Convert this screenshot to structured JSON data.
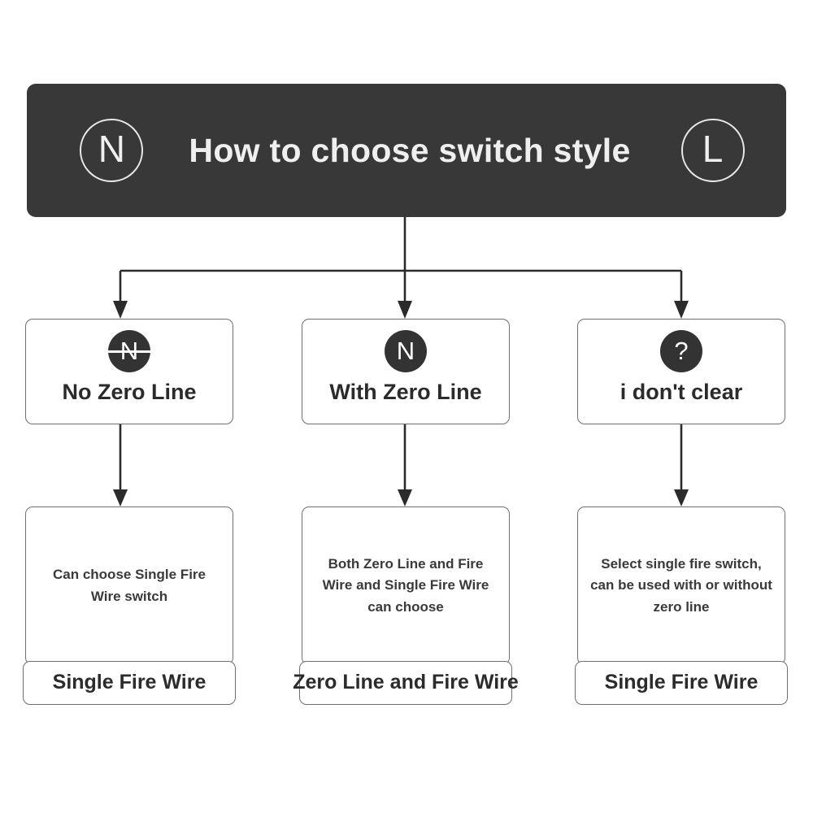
{
  "diagram": {
    "title": "How to choose switch style",
    "header": {
      "left_terminal": "N",
      "left_terminal_icon": "circle-n-outline-icon",
      "right_terminal": "L",
      "right_terminal_icon": "circle-l-outline-icon",
      "background_color": "#383838",
      "text_color": "#efefef"
    },
    "branches": [
      {
        "key": "no-zero-line",
        "badge_text": "N",
        "badge_icon": "circle-n-struck-icon",
        "badge_struck": true,
        "label": "No Zero Line",
        "description": "Can choose Single Fire Wire switch",
        "result": "Single Fire Wire"
      },
      {
        "key": "with-zero-line",
        "badge_text": "N",
        "badge_icon": "circle-n-icon",
        "badge_struck": false,
        "label": "With Zero Line",
        "description": "Both Zero Line and Fire Wire and Single Fire Wire can choose",
        "result": "Zero Line and Fire Wire"
      },
      {
        "key": "not-clear",
        "badge_text": "?",
        "badge_icon": "circle-question-icon",
        "badge_struck": false,
        "label": "i don't clear",
        "description": "Select single fire switch, can be used with or without zero line",
        "result": "Single Fire Wire"
      }
    ],
    "colors": {
      "banner": "#383838",
      "box_border": "#6f6f6f",
      "badge_fill": "#333333",
      "connector": "#2b2b2b",
      "page_background": "#ffffff"
    }
  }
}
